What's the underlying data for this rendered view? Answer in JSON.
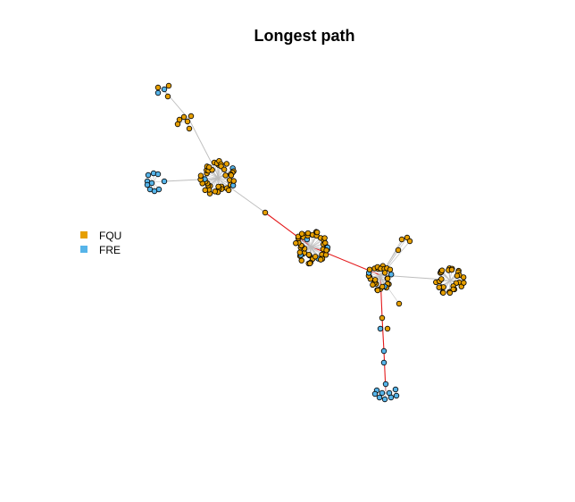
{
  "title": "Longest path",
  "legend": [
    {
      "label": "FQU",
      "color": "#E69F00"
    },
    {
      "label": "FRE",
      "color": "#56B4E9"
    }
  ],
  "colors": {
    "edge": "#bdbdbd",
    "path_edge": "#e41a1c",
    "node_stroke": "#000000"
  }
}
